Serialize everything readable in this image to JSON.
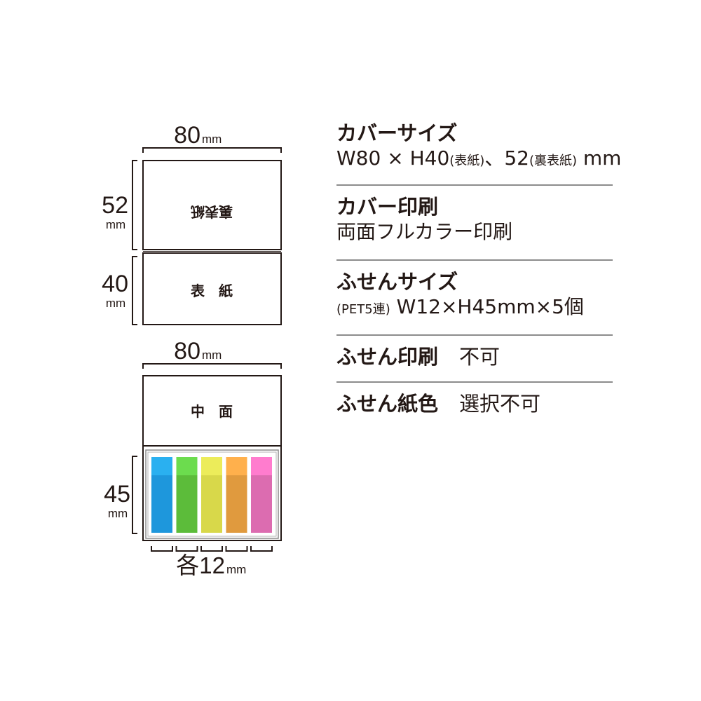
{
  "diagram": {
    "cover_width_label": "80",
    "cover_width_unit": "mm",
    "back_height_label": "52",
    "back_height_unit": "mm",
    "front_height_label": "40",
    "front_height_unit": "mm",
    "back_cover_label": "裏表紙",
    "front_cover_label": "表　紙",
    "inner_width_label": "80",
    "inner_width_unit": "mm",
    "inner_label": "中　面",
    "fusen_height_label": "45",
    "fusen_height_unit": "mm",
    "fusen_width_label": "各12",
    "fusen_width_unit": "mm",
    "fusen_colors": [
      {
        "top": "#2ab0f0",
        "body": "#1e97dc"
      },
      {
        "top": "#6cdc4e",
        "body": "#5cbc3a"
      },
      {
        "top": "#ecec5a",
        "body": "#d8d84a"
      },
      {
        "top": "#ffb04c",
        "body": "#e09a3e"
      },
      {
        "top": "#ff7cce",
        "body": "#dc6cb0"
      }
    ]
  },
  "specs": {
    "cover_size": {
      "title": "カバーサイズ",
      "v1": "W80 × H40",
      "v2": "(表紙)",
      "v3": "、52",
      "v4": "(裏表紙)",
      "v5": " mm"
    },
    "cover_print": {
      "title": "カバー印刷",
      "value": "両面フルカラー印刷"
    },
    "fusen_size": {
      "title": "ふせんサイズ",
      "v1": "(PET5連)",
      "v2": " W12×H45mm×5個"
    },
    "fusen_print": {
      "title": "ふせん印刷",
      "value": "不可"
    },
    "fusen_color": {
      "title": "ふせん紙色",
      "value": "選択不可"
    }
  }
}
